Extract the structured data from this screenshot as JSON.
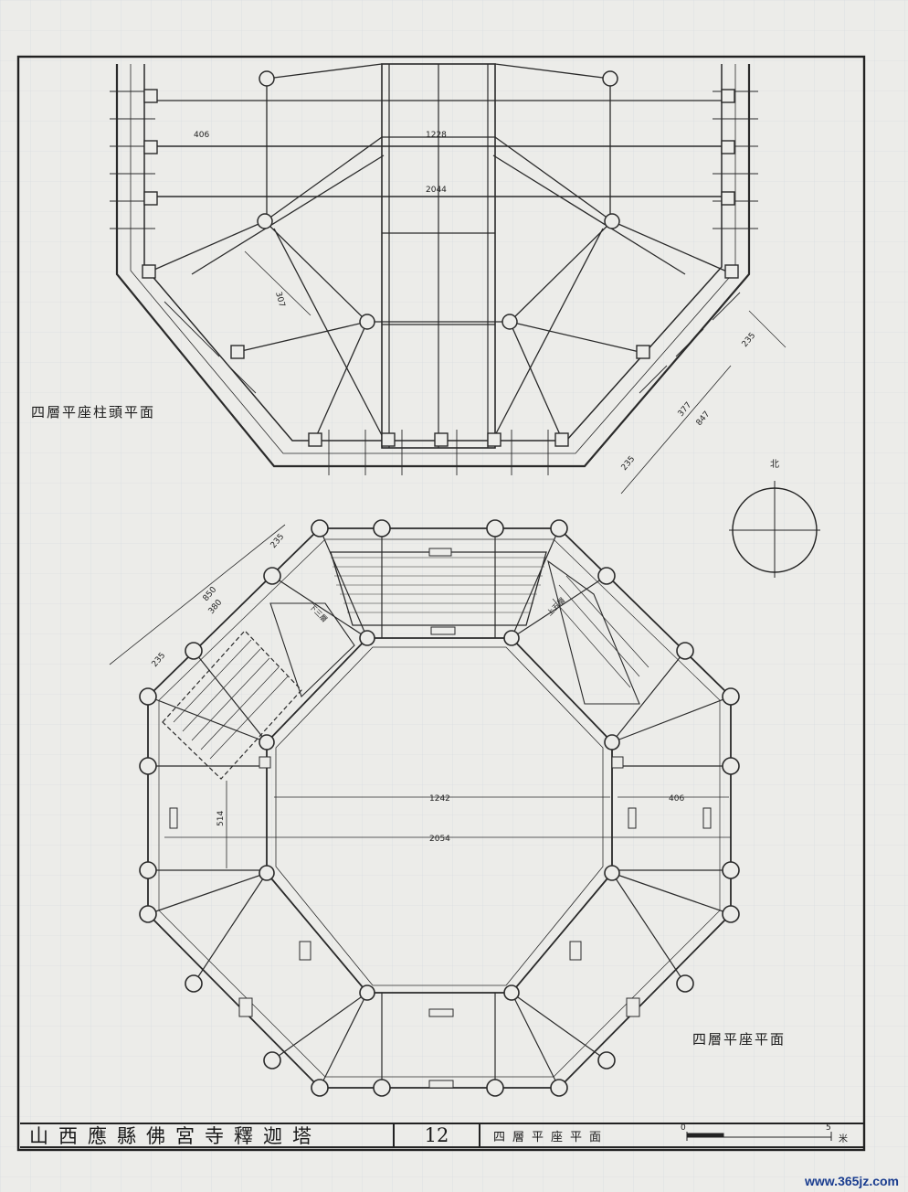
{
  "top_plan": {
    "title": "四層平座柱頭平面",
    "dims": {
      "d1": "406",
      "d2": "1228",
      "d3": "2044",
      "d4": "307",
      "d5": "235",
      "d6": "377",
      "d7": "847",
      "d8": "235"
    }
  },
  "bottom_plan": {
    "title": "四層平座平面",
    "dims": {
      "d1": "235",
      "d2": "850",
      "d3": "380",
      "d4": "235",
      "d5": "1242",
      "d6": "406",
      "d7": "2054",
      "d8": "514"
    },
    "stair_labels": {
      "left": "下三層",
      "right": "上五層"
    }
  },
  "compass": {
    "north": "北"
  },
  "title_block": {
    "main": "山西應縣佛宮寺釋迦塔",
    "number": "12",
    "subtitle": "四層平座平面",
    "scale_start": "0",
    "scale_end": "5",
    "scale_unit": "米"
  },
  "watermark": "www.365jz.com"
}
